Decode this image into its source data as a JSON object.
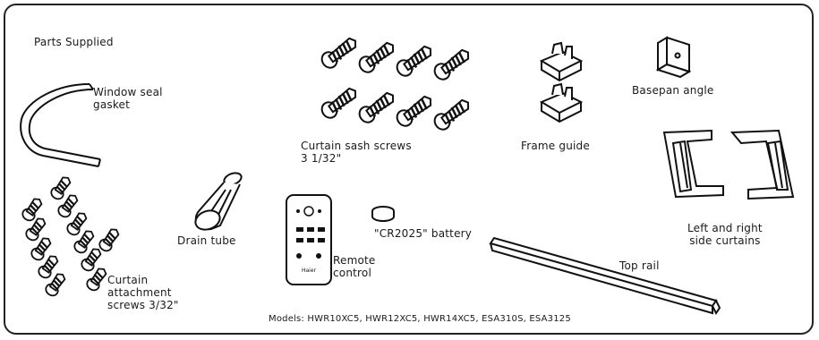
{
  "header": {
    "title": "Parts Supplied"
  },
  "parts": [
    {
      "id": "window-seal-gasket",
      "label": "Window seal\ngasket",
      "icon": "window-seal-gasket-icon"
    },
    {
      "id": "curtain-sash-screws",
      "label": "Curtain sash screws\n3 1/32\"",
      "icon": "sash-screw-icon"
    },
    {
      "id": "frame-guide",
      "label": "Frame guide",
      "icon": "frame-guide-icon"
    },
    {
      "id": "base-pan-angle",
      "label": "Basepan angle",
      "icon": "basepan-angle-icon"
    },
    {
      "id": "curtain-attachment-screws",
      "label": "Curtain\nattachment\nscrews 3/32\"",
      "icon": "attachment-screw-icon"
    },
    {
      "id": "drain-tube",
      "label": "Drain tube",
      "icon": "drain-tube-icon"
    },
    {
      "id": "remote-control",
      "label": "Remote\ncontrol",
      "icon": "remote-control-icon"
    },
    {
      "id": "battery",
      "label": "\"CR2025\" battery",
      "icon": "coin-battery-icon"
    },
    {
      "id": "top-rail",
      "label": "Top rail",
      "icon": "top-rail-icon"
    },
    {
      "id": "side-curtains",
      "label": "Left and right\nside curtains",
      "icon": "side-curtain-icon"
    }
  ],
  "remote": {
    "brand": "Haier"
  },
  "footer": {
    "models": "Models: HWR10XC5, HWR12XC5, HWR14XC5, ESA310S, ESA3125"
  }
}
